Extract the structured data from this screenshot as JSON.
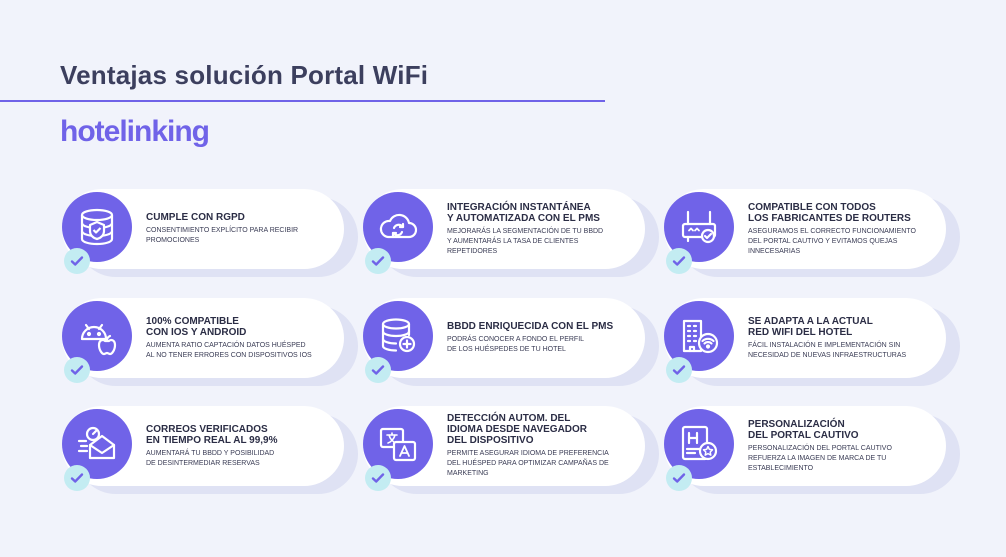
{
  "header": {
    "title": "Ventajas solución Portal WiFi",
    "logo": "hotelinking"
  },
  "colors": {
    "accent": "#7063e8",
    "check_bg": "#c3ecf2",
    "background": "#f1f3fb"
  },
  "cards": [
    {
      "icon": "database-shield-icon",
      "title": "CUMPLE CON RGPD",
      "desc": "CONSENTIMIENTO EXPLÍCITO PARA RECIBIR\nPROMOCIONES"
    },
    {
      "icon": "cloud-sync-icon",
      "title": "INTEGRACIÓN INSTANTÁNEA\nY AUTOMATIZADA CON EL PMS",
      "desc": "MEJORARÁS LA SEGMENTACIÓN DE TU BBDD\nY AUMENTARÁS LA TASA DE CLIENTES\nREPETIDORES"
    },
    {
      "icon": "router-icon",
      "title": "COMPATIBLE CON TODOS\nLOS FABRICANTES DE ROUTERS",
      "desc": "ASEGURAMOS EL CORRECTO FUNCIONAMIENTO\nDEL PORTAL CAUTIVO Y EVITAMOS QUEJAS\nINNECESARIAS"
    },
    {
      "icon": "android-apple-icon",
      "title": "100% COMPATIBLE\nCON iOS Y ANDROID",
      "desc": "AUMENTA RATIO CAPTACIÓN DATOS HUÉSPED\nAL NO TENER ERRORES CON DISPOSITIVOS iOS"
    },
    {
      "icon": "database-add-icon",
      "title": "BBDD ENRIQUECIDA CON EL PMS",
      "desc": "PODRÁS CONOCER A FONDO EL PERFIL\nDE LOS HUÉSPEDES DE TU HOTEL"
    },
    {
      "icon": "building-wifi-icon",
      "title": "SE ADAPTA A LA ACTUAL\nRED WIFI DEL HOTEL",
      "desc": "FÁCIL INSTALACIÓN E IMPLEMENTACIÓN SIN\nNECESIDAD DE NUEVAS INFRAESTRUCTURAS"
    },
    {
      "icon": "email-verified-icon",
      "title": "CORREOS VERIFICADOS\nEN TIEMPO REAL AL 99,9%",
      "desc": "AUMENTARÁ TU BBDD Y POSIBILIDAD\nDE DESINTERMEDIAR RESERVAS"
    },
    {
      "icon": "translate-icon",
      "title": "DETECCIÓN AUTOM. DEL\nIDIOMA DESDE NAVEGADOR\nDEL DISPOSITIVO",
      "desc": "PERMITE ASEGURAR IDIOMA DE PREFERENCIA\nDEL HUÉSPED PARA OPTIMIZAR CAMPAÑAS DE\nMARKETING"
    },
    {
      "icon": "hotel-badge-icon",
      "title": "PERSONALIZACIÓN\nDEL PORTAL CAUTIVO",
      "desc": "PERSONALIZACIÓN DEL PORTAL CAUTIVO\nREFUERZA LA IMAGEN DE MARCA DE TU\nESTABLECIMIENTO"
    }
  ]
}
